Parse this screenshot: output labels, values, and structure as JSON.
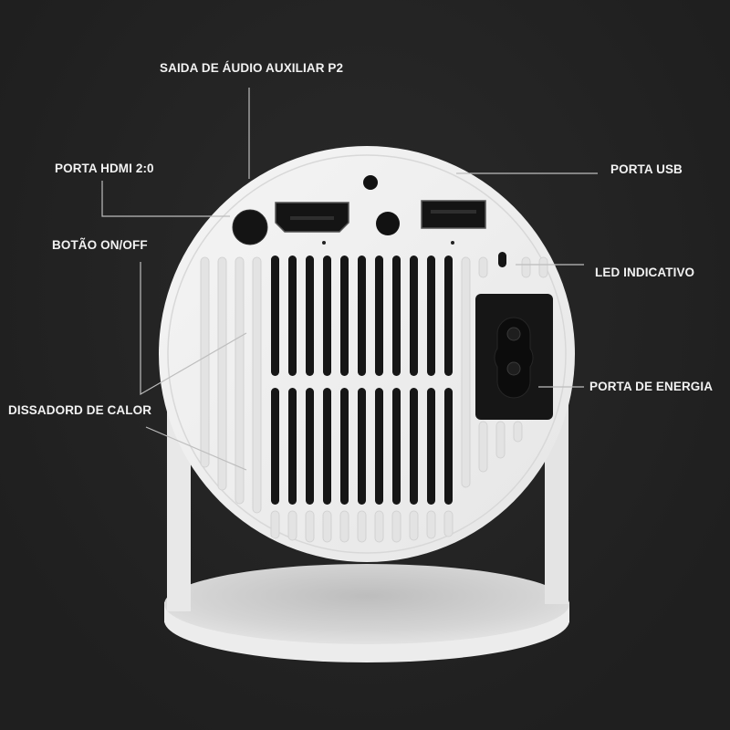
{
  "callouts": {
    "audio_out": "SAIDA DE ÁUDIO AUXILIAR P2",
    "hdmi": "PORTA HDMI 2:0",
    "power_button": "BOTÃO ON/OFF",
    "heatsink": "DISSADORD DE CALOR",
    "usb": "PORTA USB",
    "led": "LED INDICATIVO",
    "power_port": "PORTA DE ENERGIA"
  },
  "colors": {
    "background": "#222222",
    "device_body": "#f0f0f0",
    "port_black": "#161616",
    "callout_line": "#bdbdbd",
    "label_text": "#f2f2f2"
  },
  "device": {
    "vent_columns_center": 11,
    "vent_rows_center": 2
  }
}
